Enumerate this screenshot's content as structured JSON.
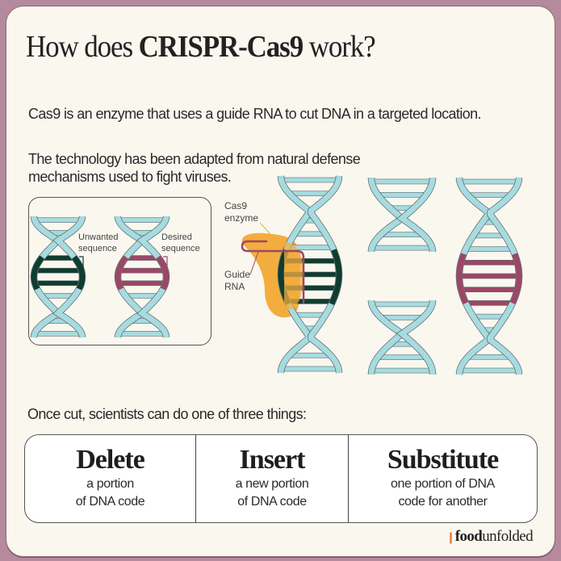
{
  "colors": {
    "frame": "#b48a9c",
    "card": "#faf7ef",
    "dna_backbone": "#a7dbe0",
    "dna_outline": "#5b6b6e",
    "unwanted": "#0f3d30",
    "desired": "#9b4766",
    "enzyme": "#f3ad3e",
    "guide_rna": "#9b4766"
  },
  "header": {
    "title_pre": "How does ",
    "title_bold": "CRISPR-Cas9",
    "title_post": " work?"
  },
  "intro": {
    "line1": "Cas9 is an enzyme that uses a guide RNA to cut DNA in a targeted location.",
    "line2": "The technology has been adapted from natural defense mechanisms used to fight viruses."
  },
  "inset": {
    "unwanted_label_1": "Unwanted",
    "unwanted_label_2": "sequence",
    "desired_label_1": "Desired",
    "desired_label_2": "sequence"
  },
  "diagram": {
    "cas9_label_1": "Cas9",
    "cas9_label_2": "enzyme",
    "guide_label_1": "Guide",
    "guide_label_2": "RNA"
  },
  "outro": "Once cut, scientists can do one of three things:",
  "actions": [
    {
      "title": "Delete",
      "desc1": "a portion",
      "desc2": "of DNA code"
    },
    {
      "title": "Insert",
      "desc1": "a new portion",
      "desc2": "of DNA code"
    },
    {
      "title": "Substitute",
      "desc1": "one portion of DNA",
      "desc2": "code for another"
    }
  ],
  "logo": {
    "bold": "food",
    "regular": "unfolded"
  }
}
